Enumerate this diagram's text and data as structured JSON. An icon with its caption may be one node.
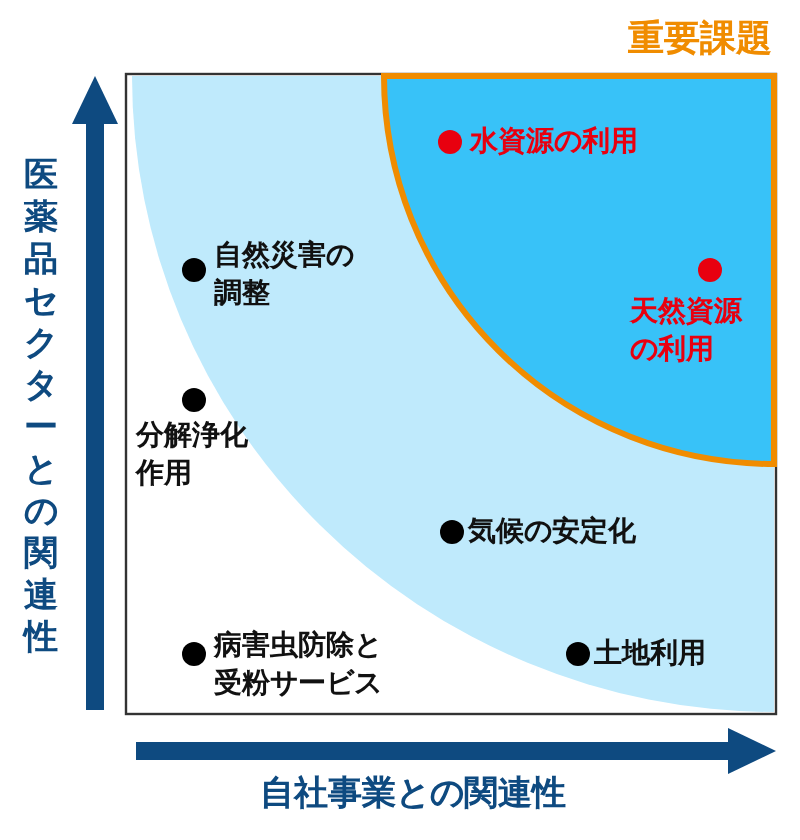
{
  "diagram": {
    "nodes": [
      {
        "text": [
          "重要課題",
          "水資源の利用",
          "天然資源の利用"
        ]
      }
    ],
    "labels": [
      "医薬品セクターとの関連性",
      "自然災害の調整",
      "分解浄化作用",
      "気候の安定化",
      "病害虫防除と受粉サービス",
      "土地利用",
      "自社事業との関連性"
    ]
  }
}
